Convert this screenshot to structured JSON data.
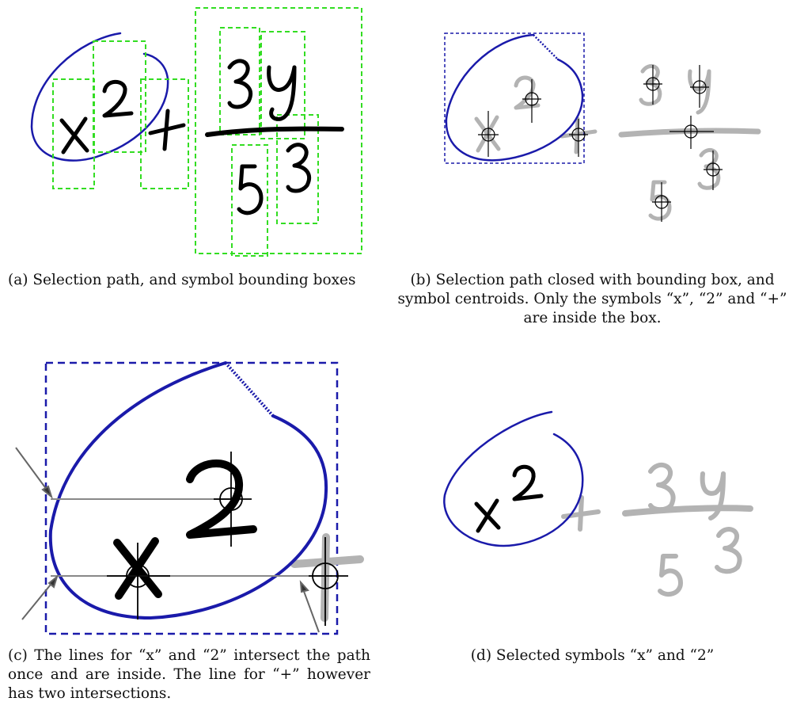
{
  "colors": {
    "ink": "#000000",
    "path": "#1a1aaa",
    "bbox": "#33dd22",
    "faded": "#b3b3b3",
    "arrow": "#777777"
  },
  "panel_a": {
    "caption": "(a) Selection path, and symbol bounding boxes",
    "symbols": {
      "x": "x",
      "two": "2",
      "plus": "+",
      "three": "3",
      "y": "y",
      "five": "5",
      "three_sup": "3"
    }
  },
  "panel_b": {
    "caption": "(b) Selection path closed with bounding box, and symbol centroids. Only the symbols “x”, “2” and “+” are inside the box."
  },
  "panel_c": {
    "caption": "(c) The lines for “x” and “2” intersect the path once and are inside. The line for “+” however has two intersections."
  },
  "panel_d": {
    "caption": "(d) Selected symbols “x” and “2”"
  }
}
